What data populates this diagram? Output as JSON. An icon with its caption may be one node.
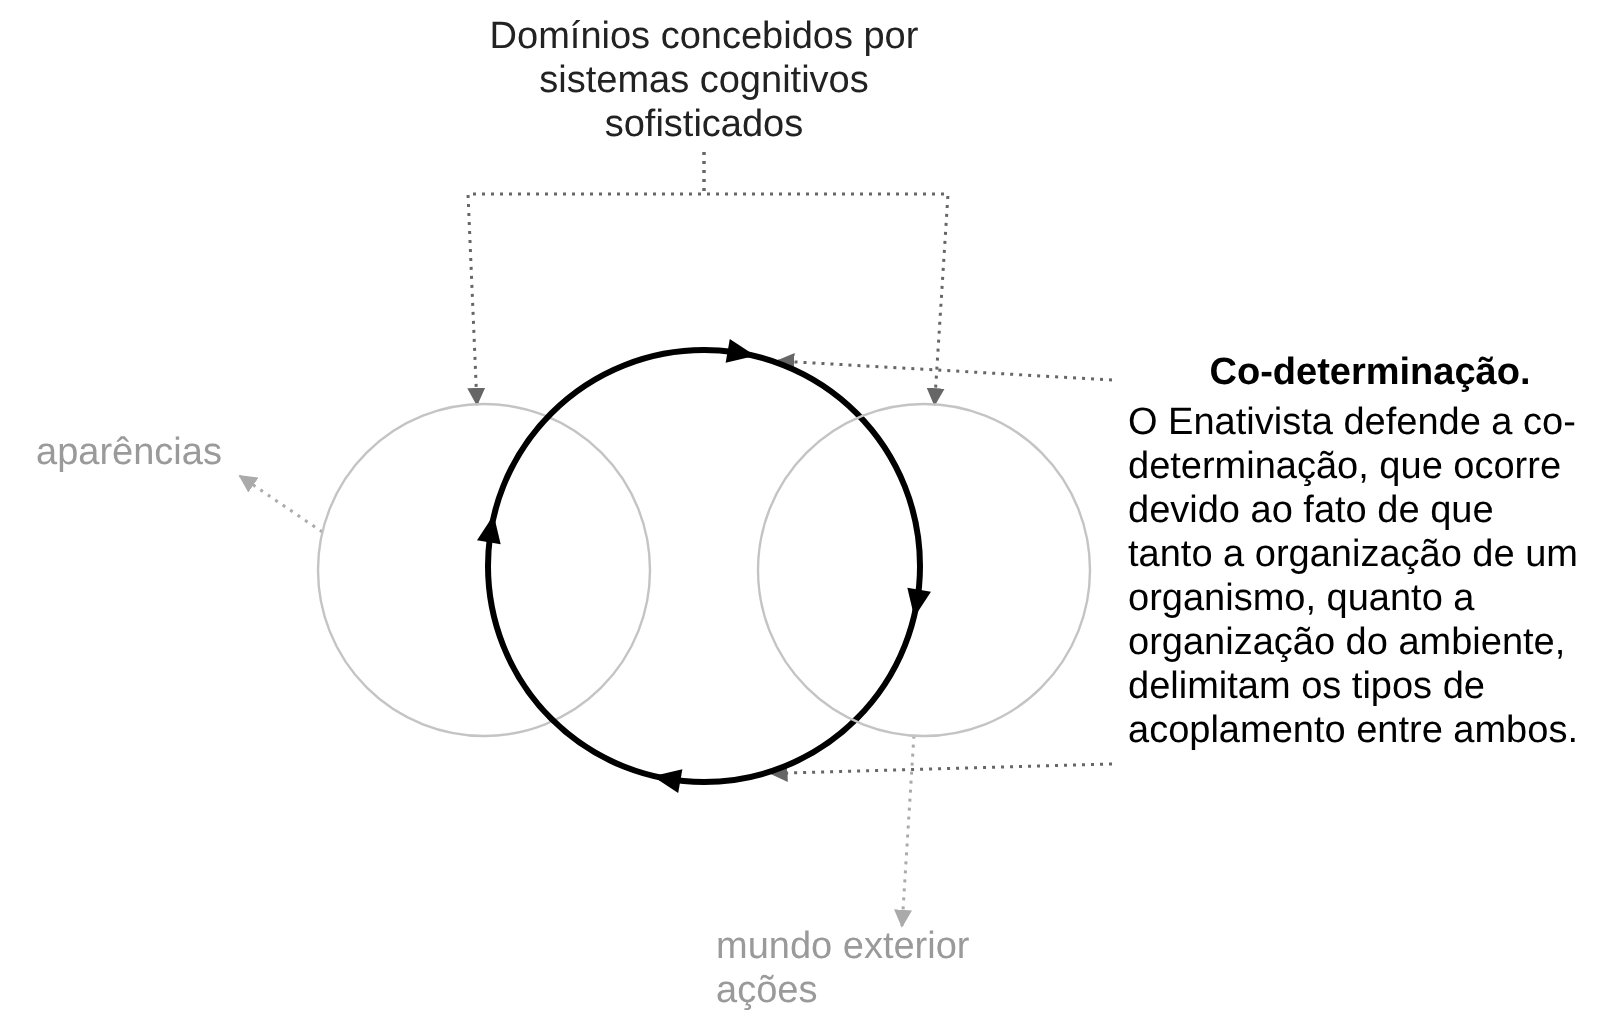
{
  "diagram": {
    "nodes": [
      {
        "text": [
          "Domínios concebidos por sistemas cognitivos sofisticados"
        ]
      },
      {
        "text": [],
        "shape": "circle"
      },
      {
        "text": [],
        "shape": "circle"
      },
      {
        "text": [],
        "shape": "circle"
      },
      {
        "text": [
          "aparências"
        ]
      },
      {
        "text": [
          "mundo exterior ações"
        ]
      },
      {
        "text": [
          "Co-determinação.",
          "O Enativista defende a co-determinação, que ocorre devido ao fato de que tanto a organização de um organismo, quanto a organização do ambiente, delimitam os tipos de acoplamento entre ambos."
        ]
      }
    ],
    "edges": [
      {
        "from": 0,
        "to": 1,
        "arrow": "to",
        "style": "dashed"
      },
      {
        "from": 0,
        "to": 3,
        "arrow": "to",
        "style": "dashed"
      },
      {
        "from": 1,
        "to": 4,
        "arrow": "to",
        "style": "dashed",
        "color": "#aaaaaa"
      },
      {
        "from": 3,
        "to": 5,
        "arrow": "to",
        "style": "dashed",
        "color": "#aaaaaa"
      },
      {
        "from": 6,
        "to": 2,
        "arrow": "to",
        "style": "dashed"
      },
      {
        "from": 6,
        "to": 2,
        "arrow": "to",
        "style": "dashed"
      }
    ]
  }
}
